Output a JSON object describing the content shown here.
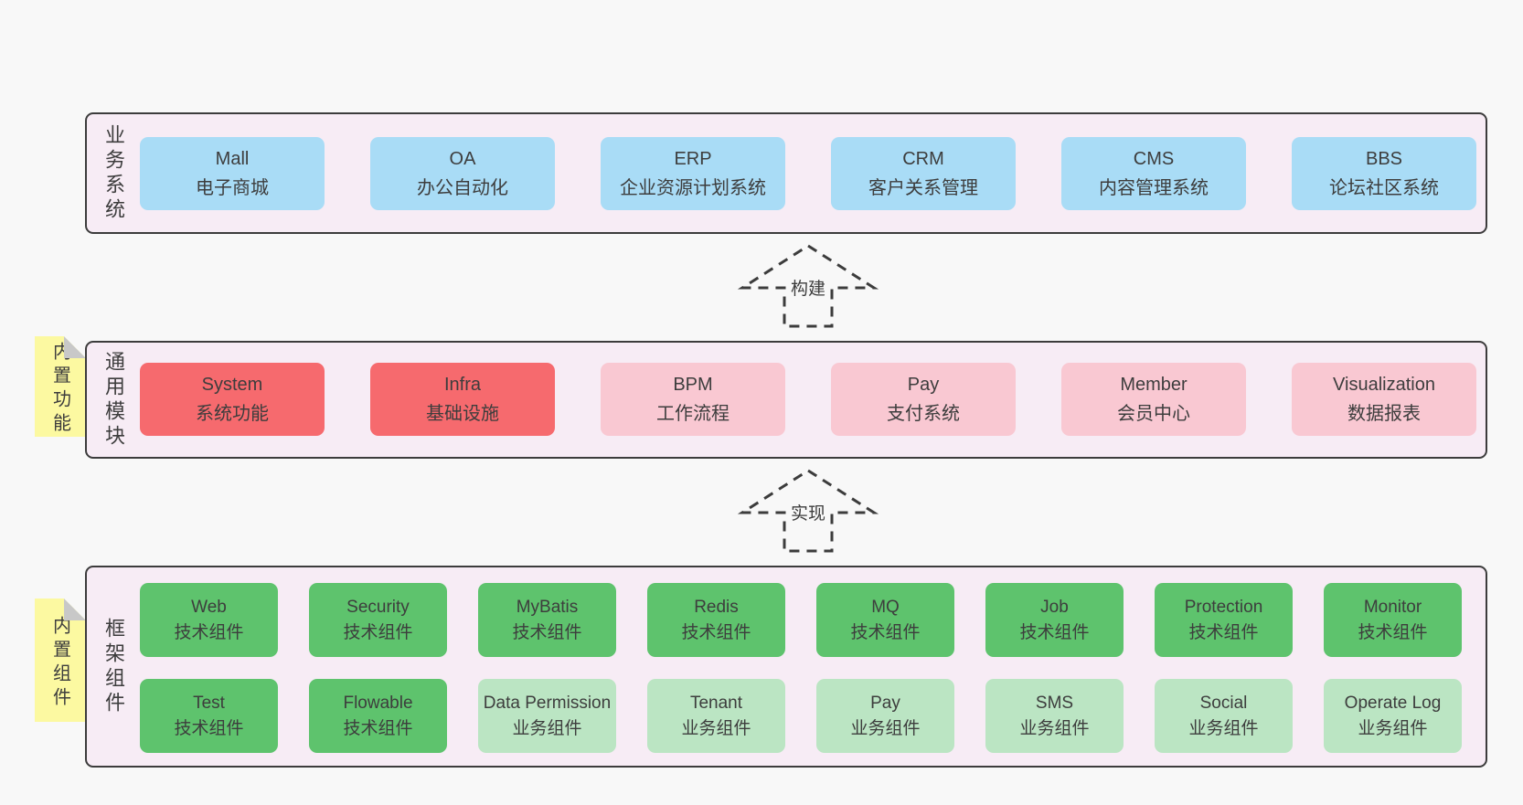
{
  "colors": {
    "page_bg": "#f8f8f8",
    "band_bg": "#f7ecf5",
    "band_border": "#3c3c3c",
    "blue": "#a9dcf6",
    "red": "#f66a6e",
    "pink": "#f9c8d2",
    "green": "#5ec36d",
    "light_green": "#bbe5c3",
    "sticky_yellow": "#fcf9a1",
    "fold_grey": "#c8c8c8",
    "text": "#3d3d3d"
  },
  "arrows": [
    {
      "label": "构建"
    },
    {
      "label": "实现"
    }
  ],
  "bands": [
    {
      "label": "业务系统",
      "boxes": [
        {
          "name": "Mall",
          "sub": "电子商城",
          "variant": "blue"
        },
        {
          "name": "OA",
          "sub": "办公自动化",
          "variant": "blue"
        },
        {
          "name": "ERP",
          "sub": "企业资源计划系统",
          "variant": "blue"
        },
        {
          "name": "CRM",
          "sub": "客户关系管理",
          "variant": "blue"
        },
        {
          "name": "CMS",
          "sub": "内容管理系统",
          "variant": "blue"
        },
        {
          "name": "BBS",
          "sub": "论坛社区系统",
          "variant": "blue"
        }
      ]
    },
    {
      "label": "通用模块",
      "sticky": "内置功能",
      "boxes": [
        {
          "name": "System",
          "sub": "系统功能",
          "variant": "red"
        },
        {
          "name": "Infra",
          "sub": "基础设施",
          "variant": "red"
        },
        {
          "name": "BPM",
          "sub": "工作流程",
          "variant": "pink"
        },
        {
          "name": "Pay",
          "sub": "支付系统",
          "variant": "pink"
        },
        {
          "name": "Member",
          "sub": "会员中心",
          "variant": "pink"
        },
        {
          "name": "Visualization",
          "sub": "数据报表",
          "variant": "pink"
        }
      ]
    },
    {
      "label": "框架组件",
      "sticky": "内置组件",
      "rows": [
        [
          {
            "name": "Web",
            "sub": "技术组件",
            "variant": "green"
          },
          {
            "name": "Security",
            "sub": "技术组件",
            "variant": "green"
          },
          {
            "name": "MyBatis",
            "sub": "技术组件",
            "variant": "green"
          },
          {
            "name": "Redis",
            "sub": "技术组件",
            "variant": "green"
          },
          {
            "name": "MQ",
            "sub": "技术组件",
            "variant": "green"
          },
          {
            "name": "Job",
            "sub": "技术组件",
            "variant": "green"
          },
          {
            "name": "Protection",
            "sub": "技术组件",
            "variant": "green"
          },
          {
            "name": "Monitor",
            "sub": "技术组件",
            "variant": "green"
          }
        ],
        [
          {
            "name": "Test",
            "sub": "技术组件",
            "variant": "green"
          },
          {
            "name": "Flowable",
            "sub": "技术组件",
            "variant": "green"
          },
          {
            "name": "Data Permission",
            "sub": "业务组件",
            "variant": "light-green"
          },
          {
            "name": "Tenant",
            "sub": "业务组件",
            "variant": "light-green"
          },
          {
            "name": "Pay",
            "sub": "业务组件",
            "variant": "light-green"
          },
          {
            "name": "SMS",
            "sub": "业务组件",
            "variant": "light-green"
          },
          {
            "name": "Social",
            "sub": "业务组件",
            "variant": "light-green"
          },
          {
            "name": "Operate Log",
            "sub": "业务组件",
            "variant": "light-green"
          }
        ]
      ]
    }
  ]
}
